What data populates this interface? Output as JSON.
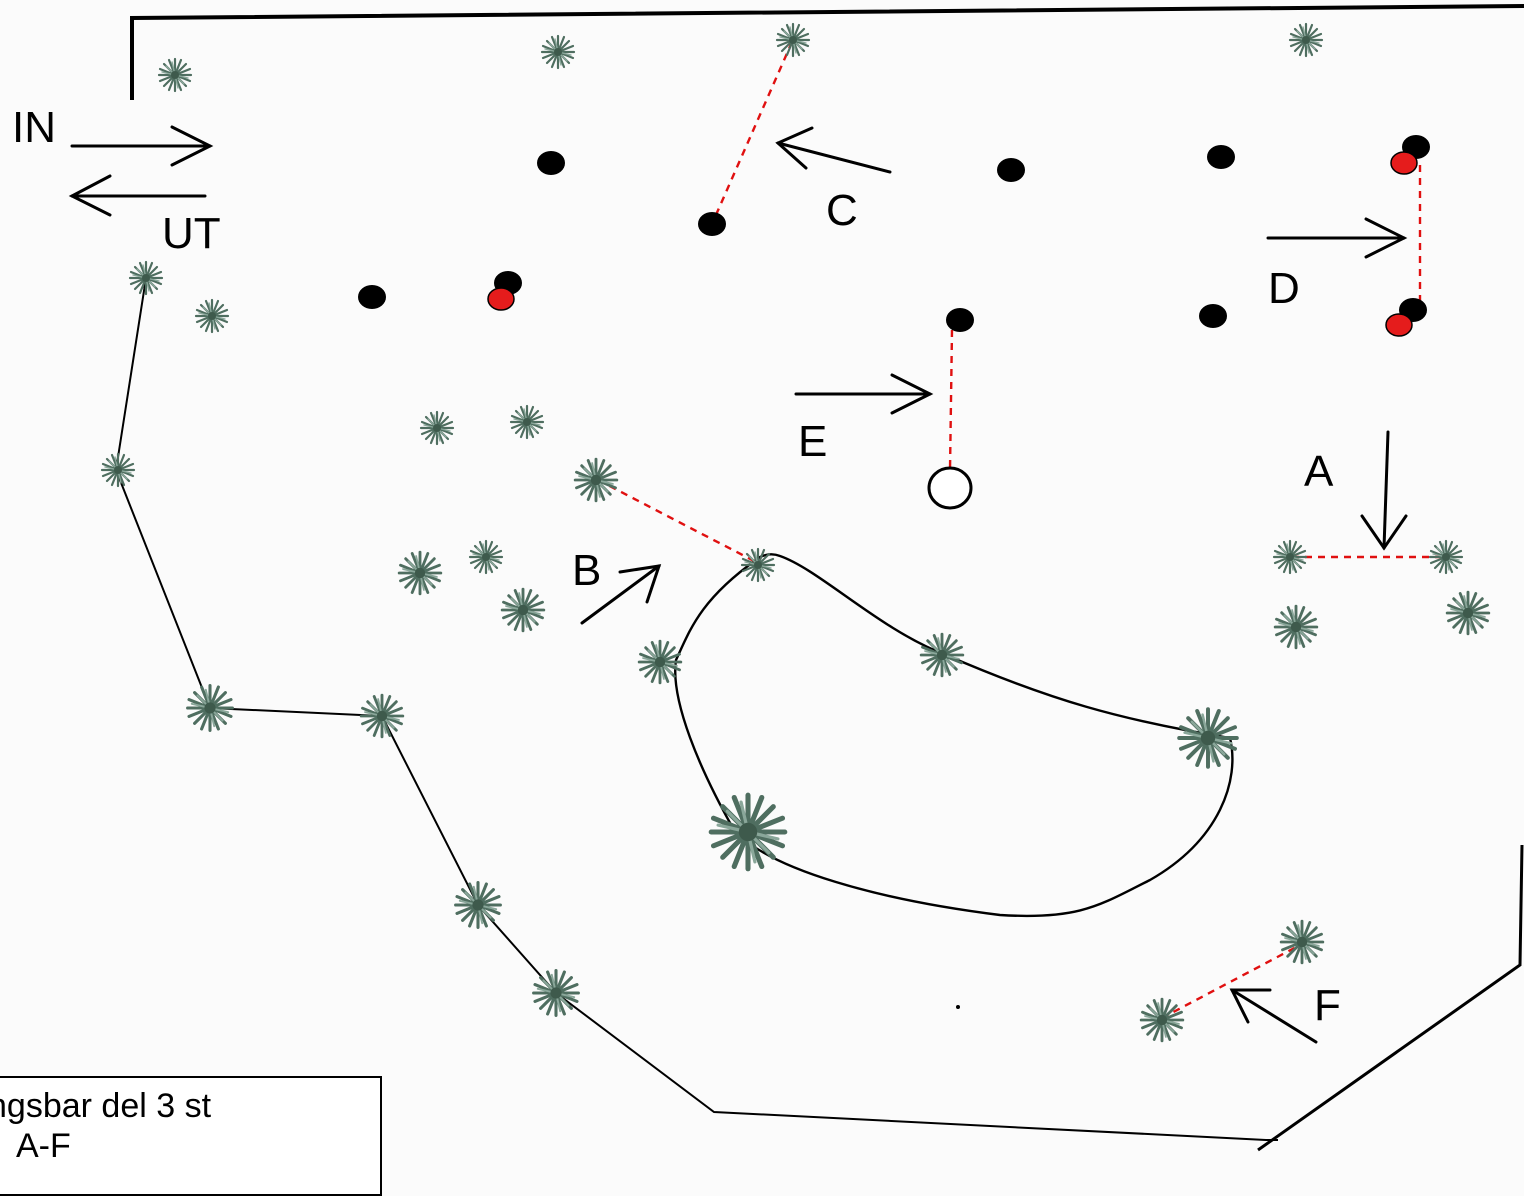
{
  "labels": {
    "in": "IN",
    "ut": "UT",
    "a": "A",
    "b": "B",
    "c": "C",
    "d": "D",
    "e": "E",
    "f": "F"
  },
  "legend": {
    "line1": "ngsbar del 3 st",
    "line2": "A-F"
  },
  "colors": {
    "boundary": "#000000",
    "fence": "#000000",
    "obstacle_line": "#e01010",
    "pole": "#000000",
    "pole_red": "#e51c1c",
    "bush": "#5a7a6a"
  },
  "icons": {
    "bush": "bush-icon",
    "pole": "pole-marker-icon",
    "arrow": "arrow-icon",
    "circle": "open-circle-icon"
  }
}
